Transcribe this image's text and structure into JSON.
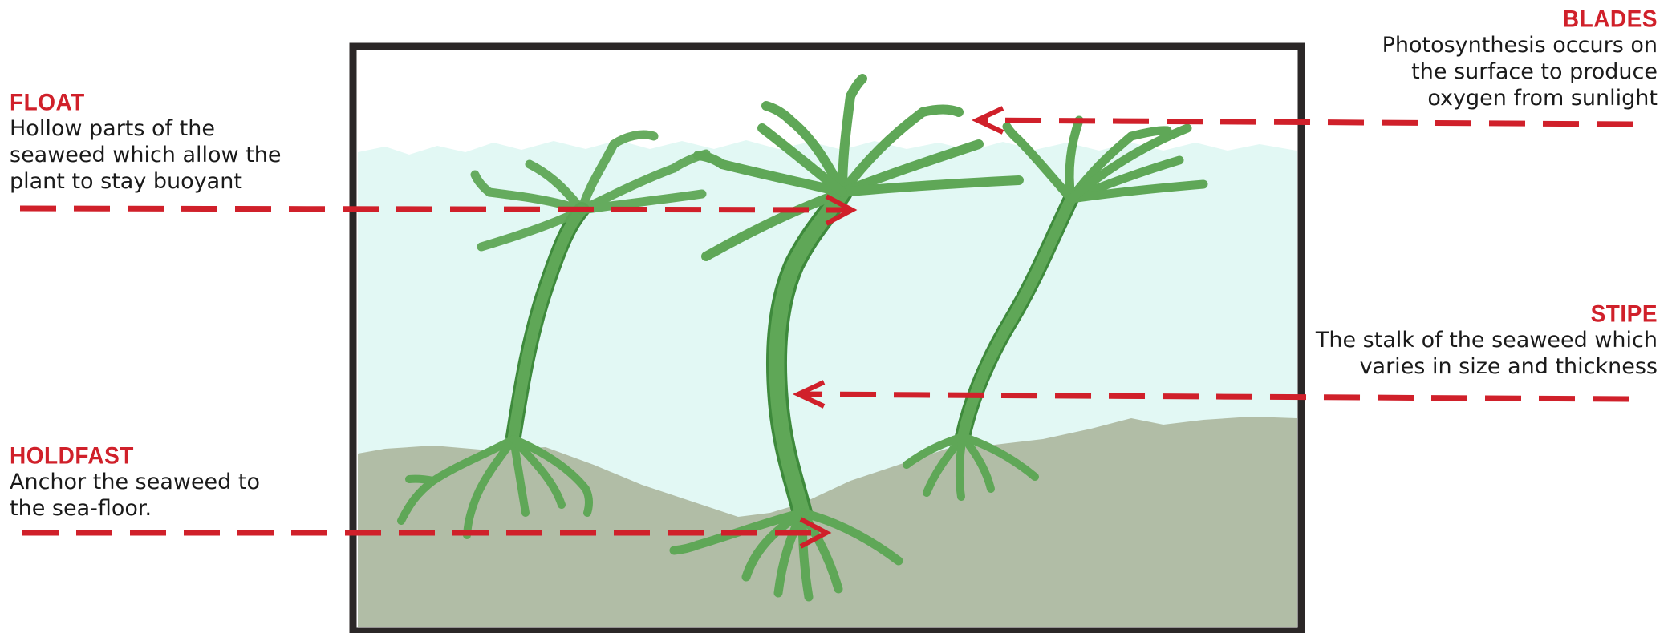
{
  "labels": {
    "float": {
      "title": "FLOAT",
      "lines": [
        "Hollow parts of the",
        "seaweed which allow the",
        "plant to stay buoyant"
      ]
    },
    "holdfast": {
      "title": "HOLDFAST",
      "lines": [
        "Anchor the seaweed to",
        "the sea-floor."
      ]
    },
    "blades": {
      "title": "BLADES",
      "lines": [
        "Photosynthesis occurs on",
        "the surface to produce",
        "oxygen from  sunlight"
      ]
    },
    "stipe": {
      "title": "STIPE",
      "lines": [
        "The stalk of the seaweed which",
        "varies in size and thickness"
      ]
    }
  },
  "colors": {
    "frame": "#2b2727",
    "water": "#e2f8f4",
    "seafloor": "#b1bda6",
    "seaweed": "#5fa757",
    "seaweed_edge": "#3e8a3c",
    "arrow": "#d0202a"
  }
}
